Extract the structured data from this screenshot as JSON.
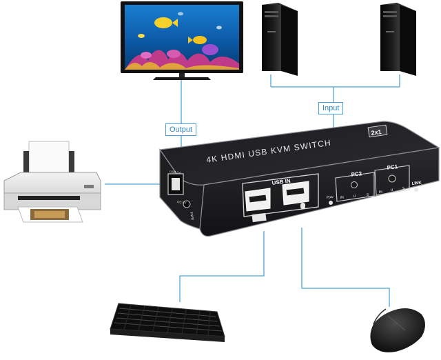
{
  "labels": {
    "output": "Output",
    "input": "Input"
  },
  "device": {
    "title": "4K HDMI USB KVM SWITCH",
    "model": "2x1",
    "usb_in": "USB IN",
    "pc2": "PC2",
    "pc1": "PC1",
    "link": "LINK",
    "pow": "Pow",
    "port_in": "IN",
    "port_u": "U",
    "port_s": "S",
    "side_port": "USB 3.0",
    "side_pow": "DC 5V",
    "side_label": "PWR"
  },
  "colors": {
    "connector": "#4aa3d8",
    "label_text": "#2f86c5",
    "device_body": "#2a2a2d",
    "device_top": "#1b1b1e",
    "device_edge": "#8d8f94"
  },
  "components": [
    "monitor-icon",
    "computer-tower-icon",
    "computer-tower-icon",
    "printer-icon",
    "kvm-switch-icon",
    "keyboard-icon",
    "mouse-icon"
  ]
}
